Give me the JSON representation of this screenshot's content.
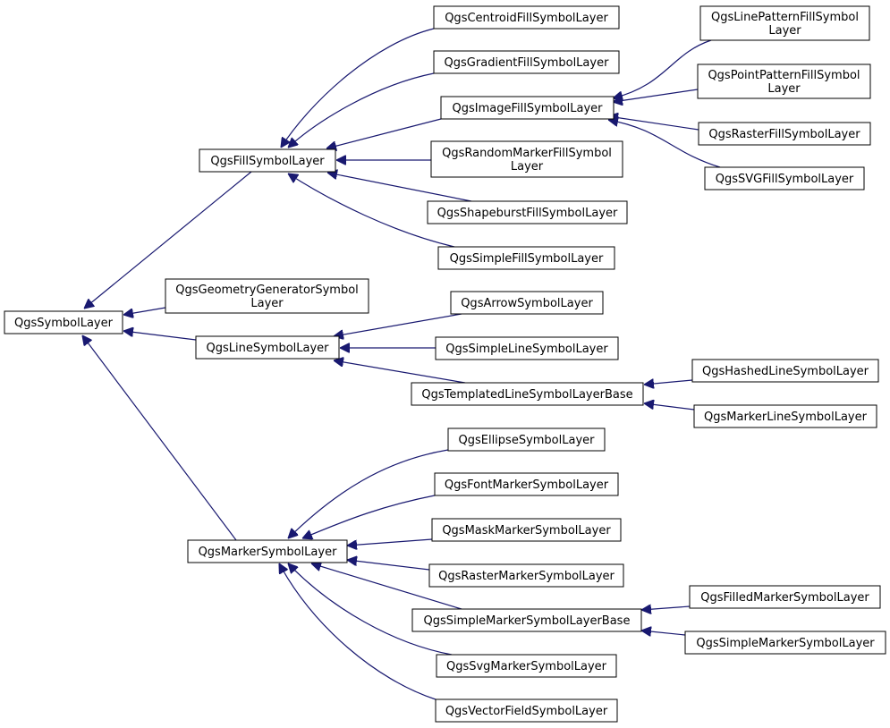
{
  "diagram": {
    "colors": {
      "edge": "#191970",
      "arrowhead": "#191970",
      "node_border": "#000000",
      "node_fill": "#ffffff"
    },
    "nodes": {
      "symbol_layer": [
        "QgsSymbolLayer"
      ],
      "fill_symbol_layer": [
        "QgsFillSymbolLayer"
      ],
      "geometry_generator_symbol_layer": [
        "QgsGeometryGeneratorSymbol",
        "Layer"
      ],
      "line_symbol_layer": [
        "QgsLineSymbolLayer"
      ],
      "marker_symbol_layer": [
        "QgsMarkerSymbolLayer"
      ],
      "centroid_fill_symbol_layer": [
        "QgsCentroidFillSymbolLayer"
      ],
      "gradient_fill_symbol_layer": [
        "QgsGradientFillSymbolLayer"
      ],
      "image_fill_symbol_layer": [
        "QgsImageFillSymbolLayer"
      ],
      "random_marker_fill_symbol_layer": [
        "QgsRandomMarkerFillSymbol",
        "Layer"
      ],
      "shapeburst_fill_symbol_layer": [
        "QgsShapeburstFillSymbolLayer"
      ],
      "simple_fill_symbol_layer": [
        "QgsSimpleFillSymbolLayer"
      ],
      "line_pattern_fill_symbol_layer": [
        "QgsLinePatternFillSymbol",
        "Layer"
      ],
      "point_pattern_fill_symbol_layer": [
        "QgsPointPatternFillSymbol",
        "Layer"
      ],
      "raster_fill_symbol_layer": [
        "QgsRasterFillSymbolLayer"
      ],
      "svg_fill_symbol_layer": [
        "QgsSVGFillSymbolLayer"
      ],
      "arrow_symbol_layer": [
        "QgsArrowSymbolLayer"
      ],
      "simple_line_symbol_layer": [
        "QgsSimpleLineSymbolLayer"
      ],
      "templated_line_symbol_layer_base": [
        "QgsTemplatedLineSymbolLayerBase"
      ],
      "hashed_line_symbol_layer": [
        "QgsHashedLineSymbolLayer"
      ],
      "marker_line_symbol_layer": [
        "QgsMarkerLineSymbolLayer"
      ],
      "ellipse_symbol_layer": [
        "QgsEllipseSymbolLayer"
      ],
      "font_marker_symbol_layer": [
        "QgsFontMarkerSymbolLayer"
      ],
      "mask_marker_symbol_layer": [
        "QgsMaskMarkerSymbolLayer"
      ],
      "raster_marker_symbol_layer": [
        "QgsRasterMarkerSymbolLayer"
      ],
      "simple_marker_symbol_layer_base": [
        "QgsSimpleMarkerSymbolLayerBase"
      ],
      "svg_marker_symbol_layer": [
        "QgsSvgMarkerSymbolLayer"
      ],
      "vector_field_symbol_layer": [
        "QgsVectorFieldSymbolLayer"
      ],
      "filled_marker_symbol_layer": [
        "QgsFilledMarkerSymbolLayer"
      ],
      "simple_marker_symbol_layer": [
        "QgsSimpleMarkerSymbolLayer"
      ]
    },
    "edges": [
      [
        "symbol_layer",
        "fill_symbol_layer"
      ],
      [
        "symbol_layer",
        "geometry_generator_symbol_layer"
      ],
      [
        "symbol_layer",
        "line_symbol_layer"
      ],
      [
        "symbol_layer",
        "marker_symbol_layer"
      ],
      [
        "fill_symbol_layer",
        "centroid_fill_symbol_layer"
      ],
      [
        "fill_symbol_layer",
        "gradient_fill_symbol_layer"
      ],
      [
        "fill_symbol_layer",
        "image_fill_symbol_layer"
      ],
      [
        "fill_symbol_layer",
        "random_marker_fill_symbol_layer"
      ],
      [
        "fill_symbol_layer",
        "shapeburst_fill_symbol_layer"
      ],
      [
        "fill_symbol_layer",
        "simple_fill_symbol_layer"
      ],
      [
        "image_fill_symbol_layer",
        "line_pattern_fill_symbol_layer"
      ],
      [
        "image_fill_symbol_layer",
        "point_pattern_fill_symbol_layer"
      ],
      [
        "image_fill_symbol_layer",
        "raster_fill_symbol_layer"
      ],
      [
        "image_fill_symbol_layer",
        "svg_fill_symbol_layer"
      ],
      [
        "line_symbol_layer",
        "arrow_symbol_layer"
      ],
      [
        "line_symbol_layer",
        "simple_line_symbol_layer"
      ],
      [
        "line_symbol_layer",
        "templated_line_symbol_layer_base"
      ],
      [
        "templated_line_symbol_layer_base",
        "hashed_line_symbol_layer"
      ],
      [
        "templated_line_symbol_layer_base",
        "marker_line_symbol_layer"
      ],
      [
        "marker_symbol_layer",
        "ellipse_symbol_layer"
      ],
      [
        "marker_symbol_layer",
        "font_marker_symbol_layer"
      ],
      [
        "marker_symbol_layer",
        "mask_marker_symbol_layer"
      ],
      [
        "marker_symbol_layer",
        "raster_marker_symbol_layer"
      ],
      [
        "marker_symbol_layer",
        "simple_marker_symbol_layer_base"
      ],
      [
        "marker_symbol_layer",
        "svg_marker_symbol_layer"
      ],
      [
        "marker_symbol_layer",
        "vector_field_symbol_layer"
      ],
      [
        "simple_marker_symbol_layer_base",
        "filled_marker_symbol_layer"
      ],
      [
        "simple_marker_symbol_layer_base",
        "simple_marker_symbol_layer"
      ]
    ]
  }
}
